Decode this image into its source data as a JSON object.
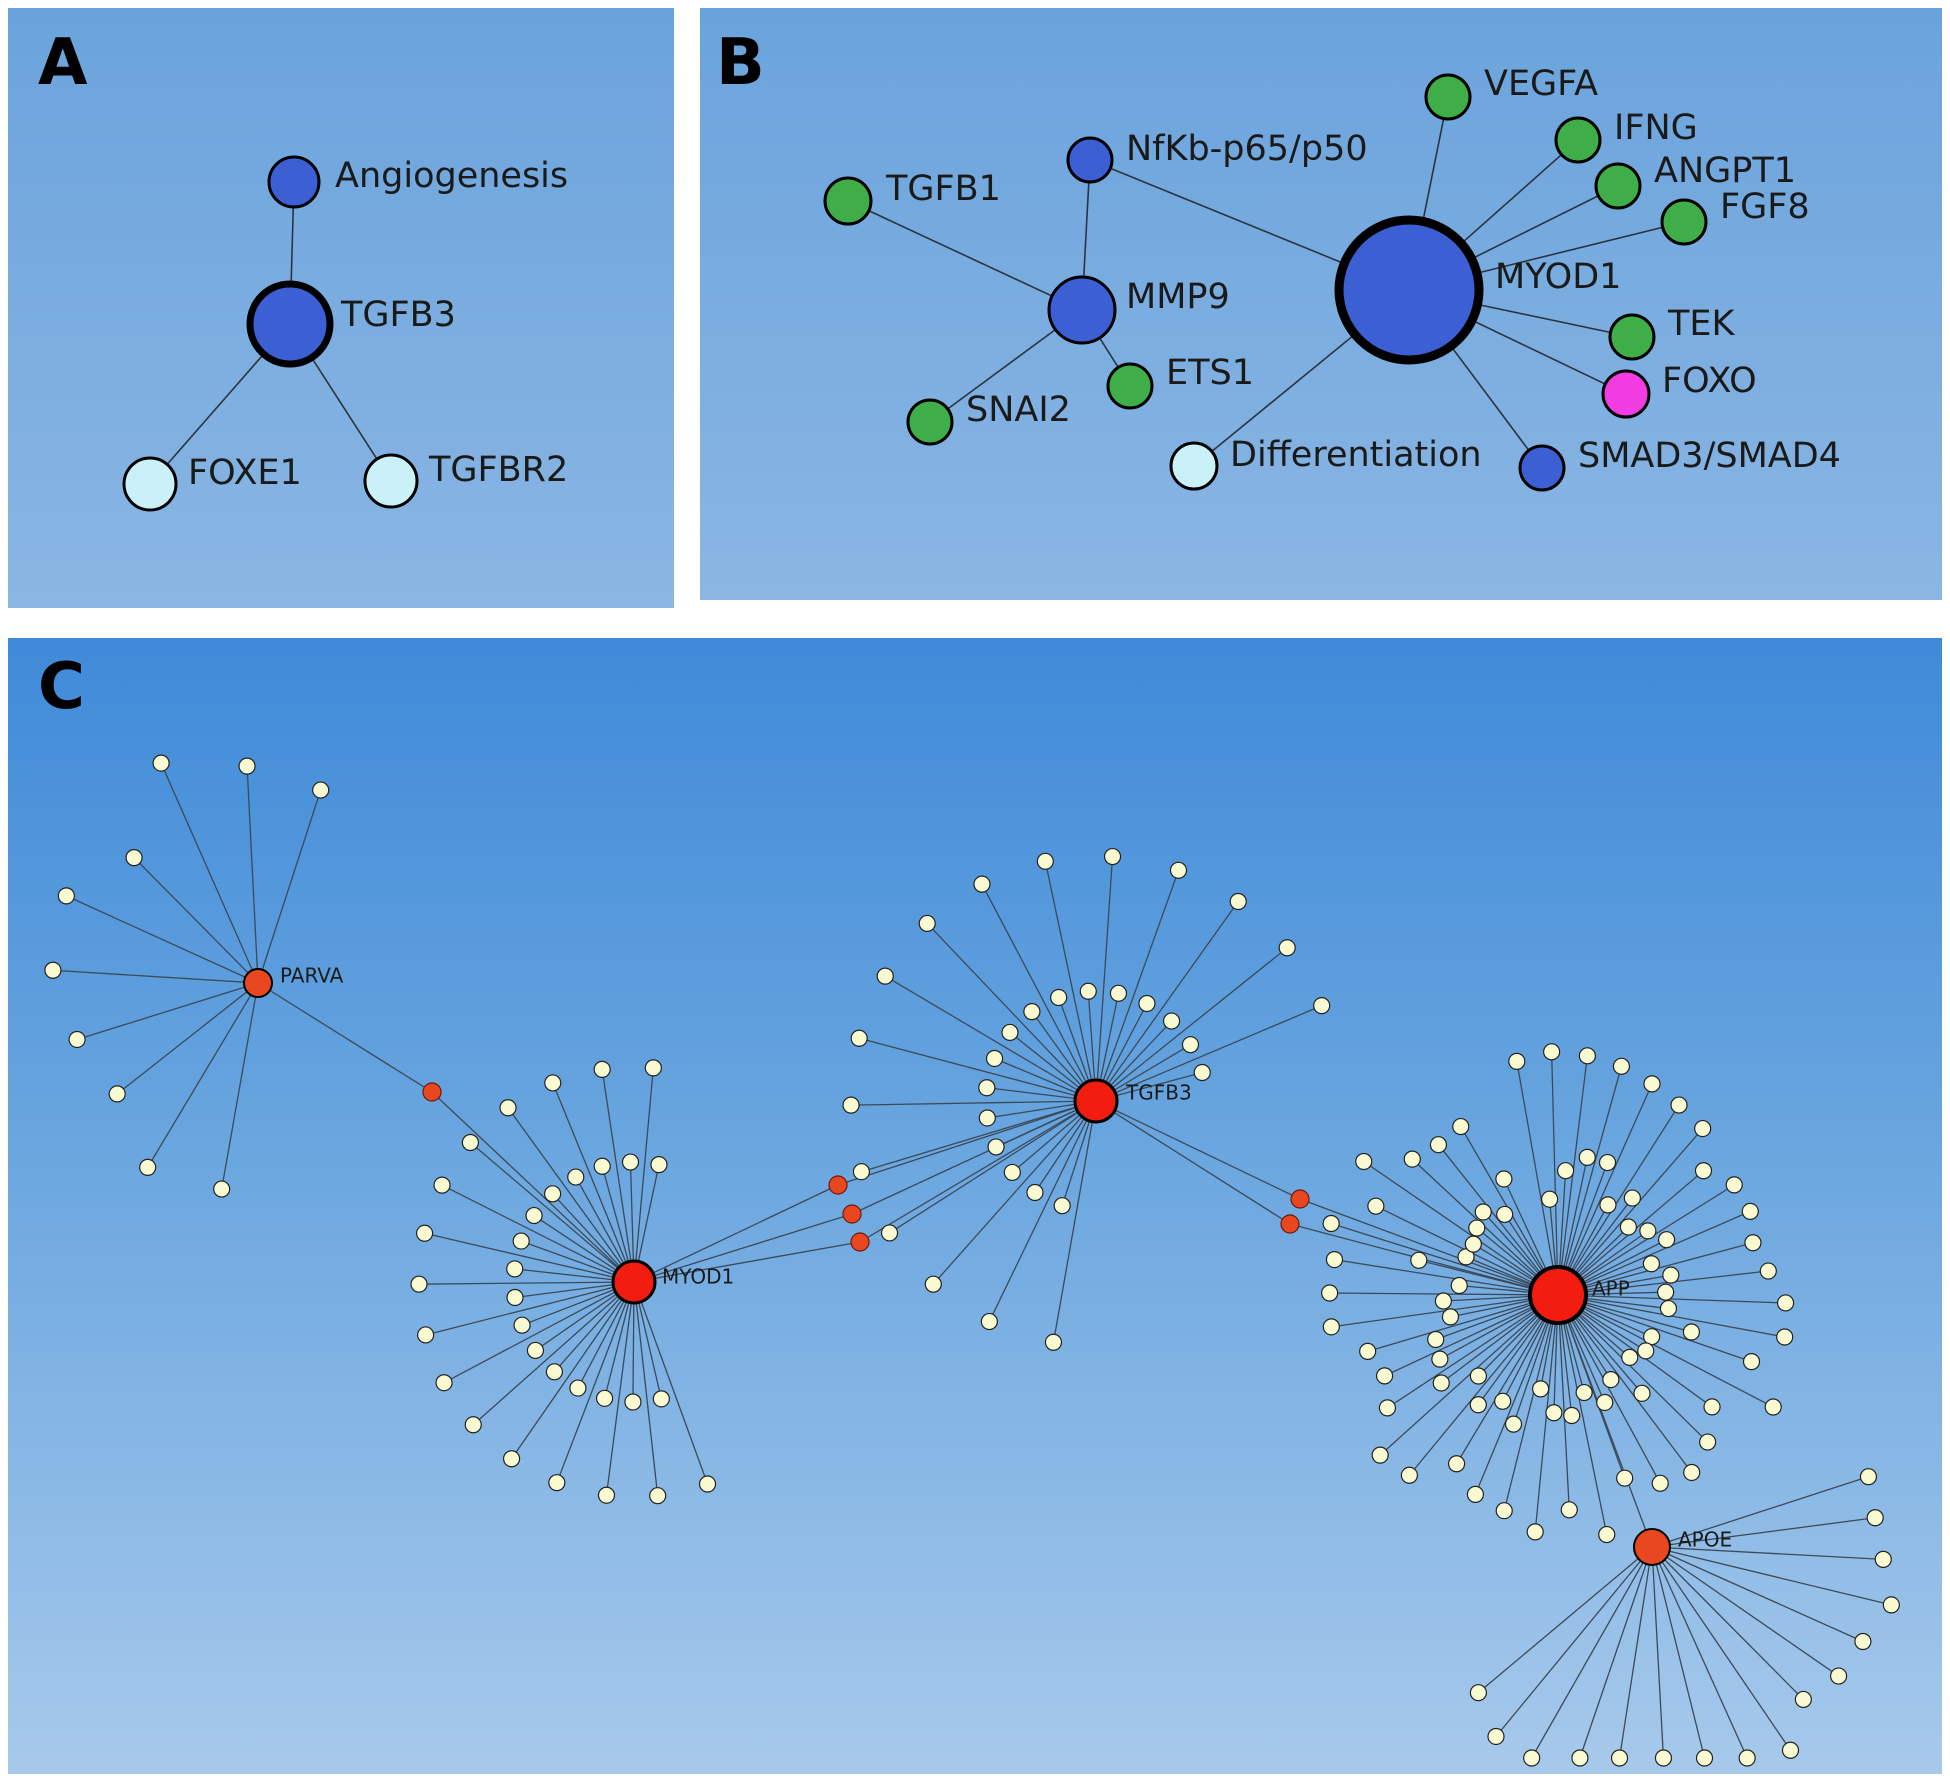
{
  "panels": {
    "a": {
      "letter": "A"
    },
    "b": {
      "letter": "B"
    },
    "c": {
      "letter": "C"
    }
  },
  "colors": {
    "blue_node": "#3d5fd4",
    "green_node": "#3fae49",
    "cyan_node": "#c9f1f7",
    "magenta_node": "#f03ce0",
    "red_hub": "#f21d10",
    "orange_node": "#e8471f",
    "cream_node": "#fafad2"
  },
  "panel_a": {
    "nodes": [
      {
        "id": "angiogenesis",
        "label": "Angiogenesis",
        "kind": "blue"
      },
      {
        "id": "tgfb3",
        "label": "TGFB3",
        "kind": "blue"
      },
      {
        "id": "foxe1",
        "label": "FOXE1",
        "kind": "cyan"
      },
      {
        "id": "tgfbr2",
        "label": "TGFBR2",
        "kind": "cyan"
      }
    ]
  },
  "panel_b": {
    "nodes": [
      {
        "id": "vegfa",
        "label": "VEGFA",
        "kind": "green"
      },
      {
        "id": "nfkb",
        "label": "NfKb-p65/p50",
        "kind": "blue"
      },
      {
        "id": "ifng",
        "label": "IFNG",
        "kind": "green"
      },
      {
        "id": "angpt1",
        "label": "ANGPT1",
        "kind": "green"
      },
      {
        "id": "tgfb1",
        "label": "TGFB1",
        "kind": "green"
      },
      {
        "id": "fgf8",
        "label": "FGF8",
        "kind": "green"
      },
      {
        "id": "myod1",
        "label": "MYOD1",
        "kind": "blue"
      },
      {
        "id": "mmp9",
        "label": "MMP9",
        "kind": "blue"
      },
      {
        "id": "tek",
        "label": "TEK",
        "kind": "green"
      },
      {
        "id": "ets1",
        "label": "ETS1",
        "kind": "green"
      },
      {
        "id": "foxo",
        "label": "FOXO",
        "kind": "magenta"
      },
      {
        "id": "snai2",
        "label": "SNAI2",
        "kind": "green"
      },
      {
        "id": "differentiation",
        "label": "Differentiation",
        "kind": "cyan"
      },
      {
        "id": "smad",
        "label": "SMAD3/SMAD4",
        "kind": "blue"
      }
    ],
    "edges": [
      [
        "myod1",
        "vegfa"
      ],
      [
        "myod1",
        "ifng"
      ],
      [
        "myod1",
        "angpt1"
      ],
      [
        "myod1",
        "fgf8"
      ],
      [
        "myod1",
        "tek"
      ],
      [
        "myod1",
        "foxo"
      ],
      [
        "myod1",
        "smad"
      ],
      [
        "myod1",
        "differentiation"
      ],
      [
        "myod1",
        "nfkb"
      ],
      [
        "mmp9",
        "nfkb"
      ],
      [
        "mmp9",
        "tgfb1"
      ],
      [
        "mmp9",
        "ets1"
      ],
      [
        "mmp9",
        "snai2"
      ]
    ]
  },
  "panel_c": {
    "hubs": [
      {
        "id": "parva",
        "label": "PARVA"
      },
      {
        "id": "myod1",
        "label": "MYOD1"
      },
      {
        "id": "tgfb3",
        "label": "TGFB3"
      },
      {
        "id": "app",
        "label": "APP"
      },
      {
        "id": "apoe",
        "label": "APOE"
      }
    ],
    "linkers": [
      {
        "id": "l1",
        "connects": [
          "parva",
          "myod1"
        ]
      },
      {
        "id": "l2",
        "connects": [
          "myod1",
          "tgfb3"
        ]
      },
      {
        "id": "l3",
        "connects": [
          "myod1",
          "tgfb3"
        ]
      },
      {
        "id": "l4",
        "connects": [
          "myod1",
          "tgfb3"
        ]
      },
      {
        "id": "l5",
        "connects": [
          "tgfb3",
          "app"
        ]
      },
      {
        "id": "l6",
        "connects": [
          "tgfb3",
          "app"
        ]
      }
    ],
    "leaf_counts": {
      "parva": 10,
      "myod1": 32,
      "tgfb3": 32,
      "app": 82,
      "apoe": 16
    }
  }
}
